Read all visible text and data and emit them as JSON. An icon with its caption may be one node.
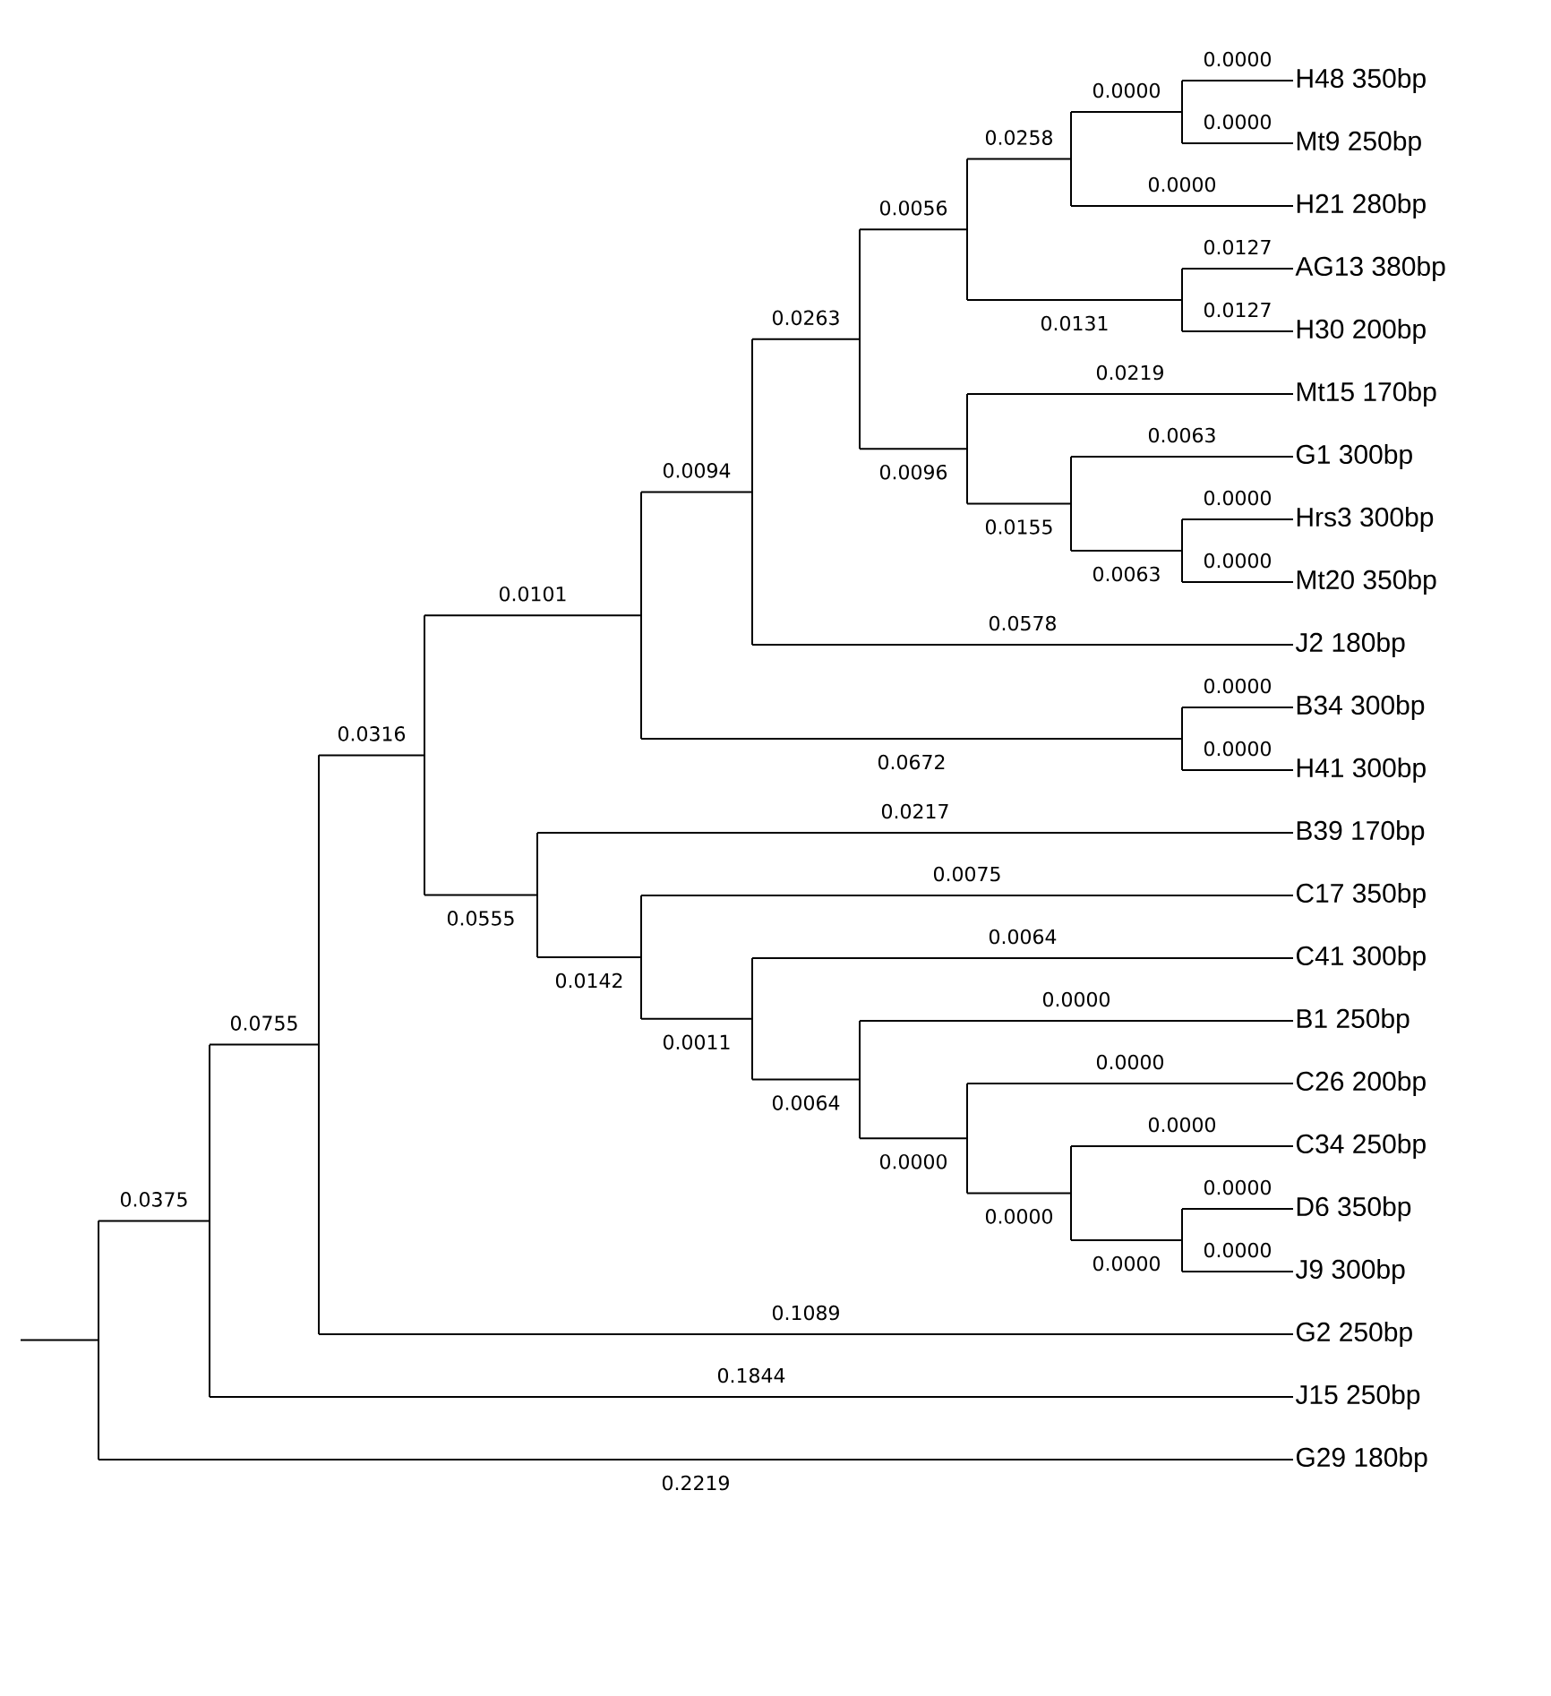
{
  "diagram": {
    "nodes": [
      {
        "text": [],
        "shape": "bar"
      },
      {
        "text": [],
        "shape": "bar"
      },
      {
        "text": [],
        "shape": "bar"
      },
      {
        "text": [],
        "shape": "bar"
      },
      {
        "text": [],
        "shape": "bar"
      },
      {
        "text": [],
        "shape": "bar"
      },
      {
        "text": [],
        "shape": "bar"
      },
      {
        "text": [],
        "shape": "bar"
      },
      {
        "text": [],
        "shape": "bar"
      },
      {
        "text": [],
        "shape": "bar"
      },
      {
        "text": [
          "H48 350bp"
        ]
      },
      {
        "text": [
          "Mt9 250bp"
        ]
      },
      {
        "text": [
          "H21 280bp"
        ]
      },
      {
        "text": [],
        "shape": "bar"
      },
      {
        "text": [
          "AG13 380bp"
        ]
      },
      {
        "text": [
          "H30 200bp"
        ]
      },
      {
        "text": [],
        "shape": "bar"
      },
      {
        "text": [
          "Mt15 170bp"
        ]
      },
      {
        "text": [],
        "shape": "bar"
      },
      {
        "text": [
          "G1 300bp"
        ]
      },
      {
        "text": [],
        "shape": "bar"
      },
      {
        "text": [
          "Hrs3 300bp"
        ]
      },
      {
        "text": [
          "Mt20 350bp"
        ]
      },
      {
        "text": [
          "J2 180bp"
        ]
      },
      {
        "text": [],
        "shape": "bar"
      },
      {
        "text": [
          "B34 300bp"
        ]
      },
      {
        "text": [
          "H41 300bp"
        ]
      },
      {
        "text": [],
        "shape": "bar"
      },
      {
        "text": [
          "B39 170bp"
        ]
      },
      {
        "text": [],
        "shape": "bar"
      },
      {
        "text": [
          "C17 350bp"
        ]
      },
      {
        "text": [],
        "shape": "bar"
      },
      {
        "text": [
          "C41 300bp"
        ]
      },
      {
        "text": [],
        "shape": "bar"
      },
      {
        "text": [
          "B1 250bp"
        ]
      },
      {
        "text": [],
        "shape": "bar"
      },
      {
        "text": [
          "C26 200bp"
        ]
      },
      {
        "text": [],
        "shape": "bar"
      },
      {
        "text": [
          "C34 250bp"
        ]
      },
      {
        "text": [],
        "shape": "bar"
      },
      {
        "text": [
          "D6 350bp"
        ]
      },
      {
        "text": [
          "J9 300bp"
        ]
      },
      {
        "text": [
          "G2 250bp"
        ]
      },
      {
        "text": [
          "J15 250bp"
        ]
      },
      {
        "text": [
          "G29 180bp"
        ]
      }
    ],
    "edges": [
      {
        "from": null,
        "to": 0,
        "arrow": "none"
      },
      {
        "from": 0,
        "to": 1,
        "arrow": "none",
        "label": "0.0375"
      },
      {
        "from": 0,
        "to": 44,
        "arrow": "none",
        "label": "0.2219"
      },
      {
        "from": 1,
        "to": 2,
        "arrow": "none",
        "label": "0.0755"
      },
      {
        "from": 1,
        "to": 43,
        "arrow": "none",
        "label": "0.1844"
      },
      {
        "from": 2,
        "to": 3,
        "arrow": "none",
        "label": "0.0316"
      },
      {
        "from": 2,
        "to": 42,
        "arrow": "none",
        "label": "0.1089"
      },
      {
        "from": 3,
        "to": 4,
        "arrow": "none",
        "label": "0.0101"
      },
      {
        "from": 3,
        "to": 27,
        "arrow": "none",
        "label": "0.0555"
      },
      {
        "from": 4,
        "to": 5,
        "arrow": "none",
        "label": "0.0094"
      },
      {
        "from": 4,
        "to": 24,
        "arrow": "none",
        "label": "0.0672"
      },
      {
        "from": 5,
        "to": 6,
        "arrow": "none",
        "label": "0.0263"
      },
      {
        "from": 5,
        "to": 23,
        "arrow": "none",
        "label": "0.0578"
      },
      {
        "from": 6,
        "to": 7,
        "arrow": "none",
        "label": "0.0056"
      },
      {
        "from": 6,
        "to": 16,
        "arrow": "none",
        "label": "0.0096"
      },
      {
        "from": 7,
        "to": 8,
        "arrow": "none",
        "label": "0.0258"
      },
      {
        "from": 7,
        "to": 13,
        "arrow": "none",
        "label": "0.0131"
      },
      {
        "from": 8,
        "to": 9,
        "arrow": "none",
        "label": "0.0000"
      },
      {
        "from": 8,
        "to": 12,
        "arrow": "none",
        "label": "0.0000"
      },
      {
        "from": 9,
        "to": 10,
        "arrow": "none",
        "label": "0.0000"
      },
      {
        "from": 9,
        "to": 11,
        "arrow": "none",
        "label": "0.0000"
      },
      {
        "from": 13,
        "to": 14,
        "arrow": "none",
        "label": "0.0127"
      },
      {
        "from": 13,
        "to": 15,
        "arrow": "none",
        "label": "0.0127"
      },
      {
        "from": 16,
        "to": 17,
        "arrow": "none",
        "label": "0.0219"
      },
      {
        "from": 16,
        "to": 18,
        "arrow": "none",
        "label": "0.0155"
      },
      {
        "from": 18,
        "to": 19,
        "arrow": "none",
        "label": "0.0063"
      },
      {
        "from": 18,
        "to": 20,
        "arrow": "none",
        "label": "0.0063"
      },
      {
        "from": 20,
        "to": 21,
        "arrow": "none",
        "label": "0.0000"
      },
      {
        "from": 20,
        "to": 22,
        "arrow": "none",
        "label": "0.0000"
      },
      {
        "from": 24,
        "to": 25,
        "arrow": "none",
        "label": "0.0000"
      },
      {
        "from": 24,
        "to": 26,
        "arrow": "none",
        "label": "0.0000"
      },
      {
        "from": 27,
        "to": 28,
        "arrow": "none",
        "label": "0.0217"
      },
      {
        "from": 27,
        "to": 29,
        "arrow": "none",
        "label": "0.0142"
      },
      {
        "from": 29,
        "to": 30,
        "arrow": "none",
        "label": "0.0075"
      },
      {
        "from": 29,
        "to": 31,
        "arrow": "none",
        "label": "0.0011"
      },
      {
        "from": 31,
        "to": 32,
        "arrow": "none",
        "label": "0.0064"
      },
      {
        "from": 31,
        "to": 33,
        "arrow": "none",
        "label": "0.0064"
      },
      {
        "from": 33,
        "to": 34,
        "arrow": "none",
        "label": "0.0000"
      },
      {
        "from": 33,
        "to": 35,
        "arrow": "none",
        "label": "0.0000"
      },
      {
        "from": 35,
        "to": 36,
        "arrow": "none",
        "label": "0.0000"
      },
      {
        "from": 35,
        "to": 37,
        "arrow": "none",
        "label": "0.0000"
      },
      {
        "from": 37,
        "to": 38,
        "arrow": "none",
        "label": "0.0000"
      },
      {
        "from": 37,
        "to": 39,
        "arrow": "none",
        "label": "0.0000"
      },
      {
        "from": 39,
        "to": 40,
        "arrow": "none",
        "label": "0.0000"
      },
      {
        "from": 39,
        "to": 41,
        "arrow": "none",
        "label": "0.0000"
      }
    ]
  }
}
